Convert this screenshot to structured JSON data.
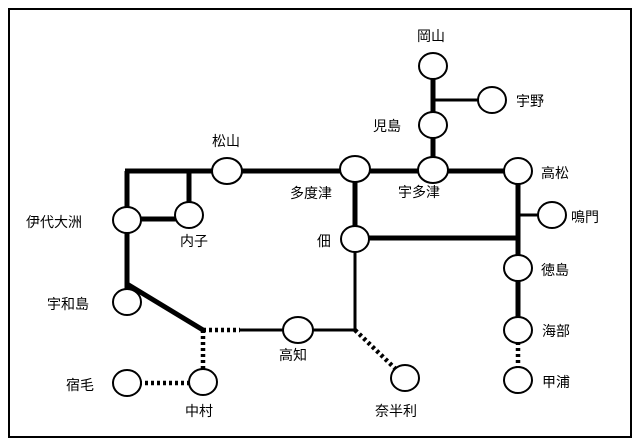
{
  "stations": {
    "okayama": "岡山",
    "uno": "宇野",
    "kojima": "児島",
    "matsuyama": "松山",
    "tadotsu": "多度津",
    "utazu": "宇多津",
    "takamatsu": "高松",
    "naruto": "鳴門",
    "iyoozu": "伊代大洲",
    "uchiko": "内子",
    "tsukuda": "佃",
    "tokushima": "徳島",
    "uwajima": "宇和島",
    "kochi": "高知",
    "kaifu": "海部",
    "sukumo": "宿毛",
    "nakamura": "中村",
    "nahari": "奈半利",
    "kannoura": "甲浦"
  }
}
